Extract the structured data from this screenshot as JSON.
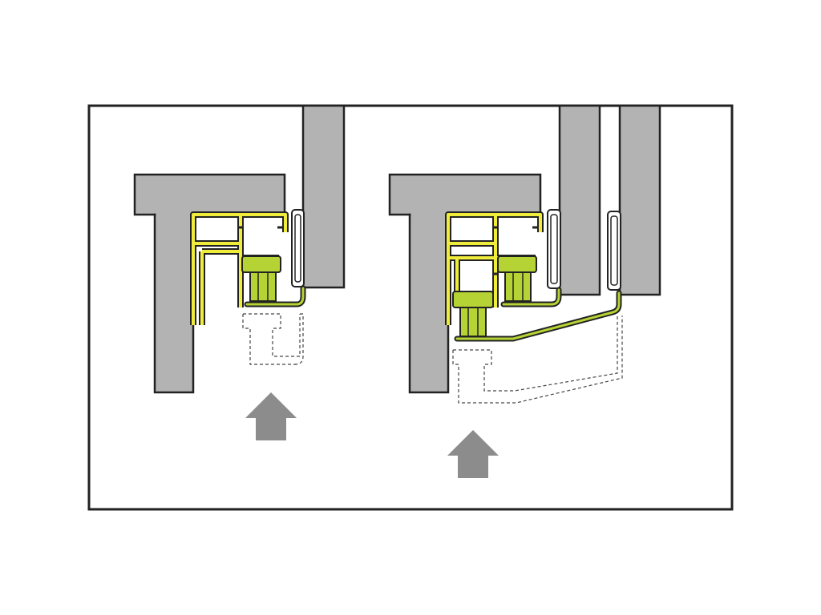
{
  "diagram": {
    "description_text": "",
    "colors": {
      "background": "#ffffff",
      "outline": "#222222",
      "structure_gray": "#b3b3b3",
      "arrow_gray": "#8c8c8c",
      "rail_yellow": "#f0ec3c",
      "carrier_green": "#b5d334",
      "dashed_ghost": "#444444",
      "bracket_white": "#ffffff"
    },
    "icons": {
      "arrow": "up-arrow-icon"
    },
    "panels": [
      {
        "name": "single-track-mount",
        "tracks": 1,
        "push_direction": "up"
      },
      {
        "name": "double-track-mount",
        "tracks": 2,
        "push_direction": "up"
      }
    ]
  }
}
